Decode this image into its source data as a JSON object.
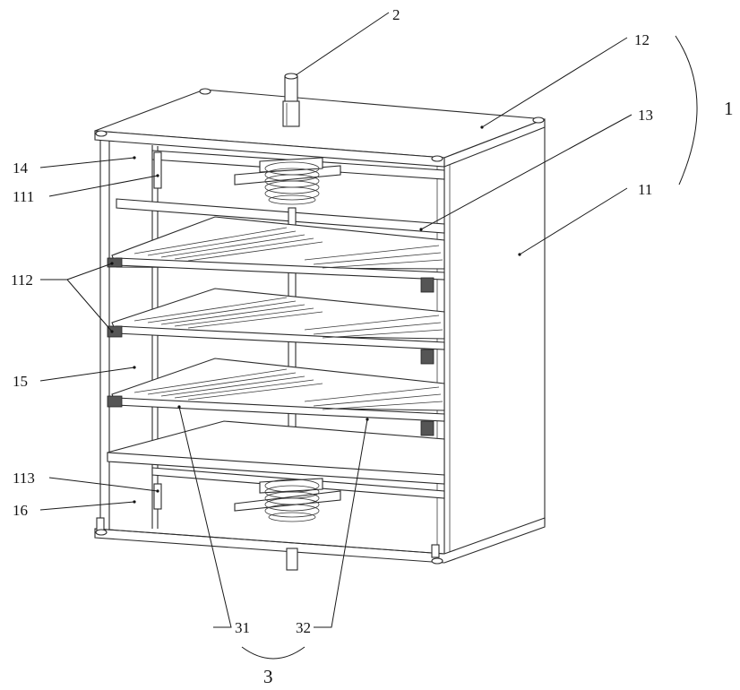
{
  "labels": {
    "l1": "1",
    "l2": "2",
    "l3": "3",
    "l11": "11",
    "l12": "12",
    "l13": "13",
    "l14": "14",
    "l15": "15",
    "l16": "16",
    "l111": "111",
    "l112": "112",
    "l113": "113",
    "l31": "31",
    "l32": "32"
  }
}
